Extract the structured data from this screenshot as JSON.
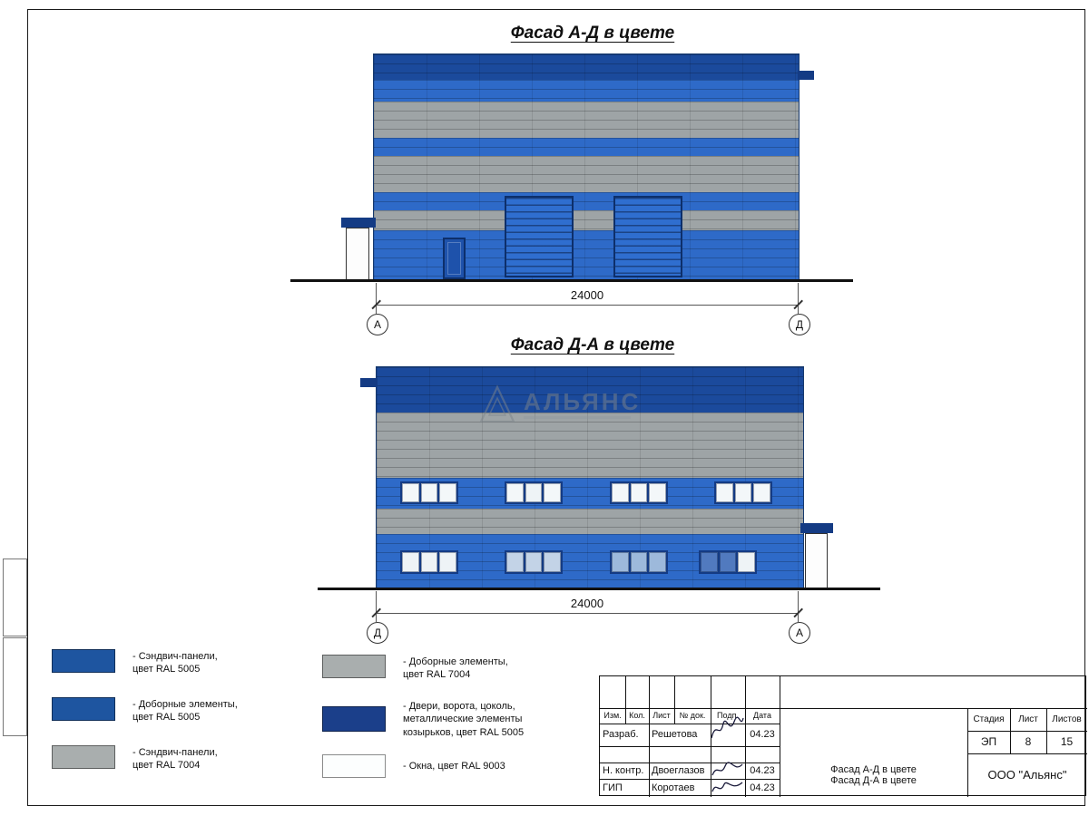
{
  "palette": {
    "facade_blue": "#2e6ac8",
    "facade_dark_blue": "#1b4a9c",
    "accent_navy": "#143b84",
    "facade_gray": "#9ea4a6",
    "gate_blue": "#2f6ecf",
    "door_blue": "#1e52ab",
    "window_frame": "#143b84",
    "window_white": "#f3f7f9",
    "window_tint_1": "#eef3f6",
    "window_tint_2": "#c3d3e7",
    "window_tint_3": "#9db9db",
    "window_tint_4": "#517abf",
    "swatch_blue": "#1e55a0",
    "swatch_gray": "#a9aeae",
    "swatch_navy": "#1b3f8a",
    "swatch_white": "#fcfefe"
  },
  "titles": {
    "facade_ad": "Фасад А-Д в цвете",
    "facade_da": "Фасад Д-А в цвете"
  },
  "dimensions": {
    "facade_ad": "24000",
    "facade_da": "24000"
  },
  "axes": {
    "ad_left": "А",
    "ad_right": "Д",
    "da_left": "Д",
    "da_right": "А"
  },
  "watermark": {
    "text": "АЛЬЯНС"
  },
  "legend": {
    "items": [
      {
        "color": "#1e55a0",
        "text": "- Сэндвич-панели,\nцвет RAL 5005"
      },
      {
        "color": "#1e55a0",
        "text": "- Доборные элементы,\nцвет RAL 5005"
      },
      {
        "color": "#a9aeae",
        "text": "- Сэндвич-панели,\nцвет RAL 7004"
      },
      {
        "color": "#a9aeae",
        "text": "- Доборные элементы,\nцвет RAL 7004"
      },
      {
        "color": "#1b3f8a",
        "text": "- Двери, ворота, цоколь,\nметаллические элементы\nкозырьков, цвет RAL 5005"
      },
      {
        "color": "#fcfefe",
        "text": "- Окна, цвет RAL 9003"
      }
    ]
  },
  "titleblock": {
    "cols": [
      "Изм.",
      "Кол.",
      "Лист",
      "№ док.",
      "Подп.",
      "Дата"
    ],
    "rows": [
      {
        "role": "Разраб.",
        "name": "Решетова",
        "date": "04.23"
      },
      {
        "role": "",
        "name": "",
        "date": ""
      },
      {
        "role": "Н. контр.",
        "name": "Двоеглазов",
        "date": "04.23"
      },
      {
        "role": "ГИП",
        "name": "Коротаев",
        "date": "04.23"
      }
    ],
    "doc_line1": "Фасад А-Д в цвете",
    "doc_line2": "Фасад Д-А в цвете",
    "stage_label": "Стадия",
    "sheet_label": "Лист",
    "sheets_label": "Листов",
    "stage": "ЭП",
    "sheet": "8",
    "sheets": "15",
    "company": "ООО \"Альянс\""
  }
}
